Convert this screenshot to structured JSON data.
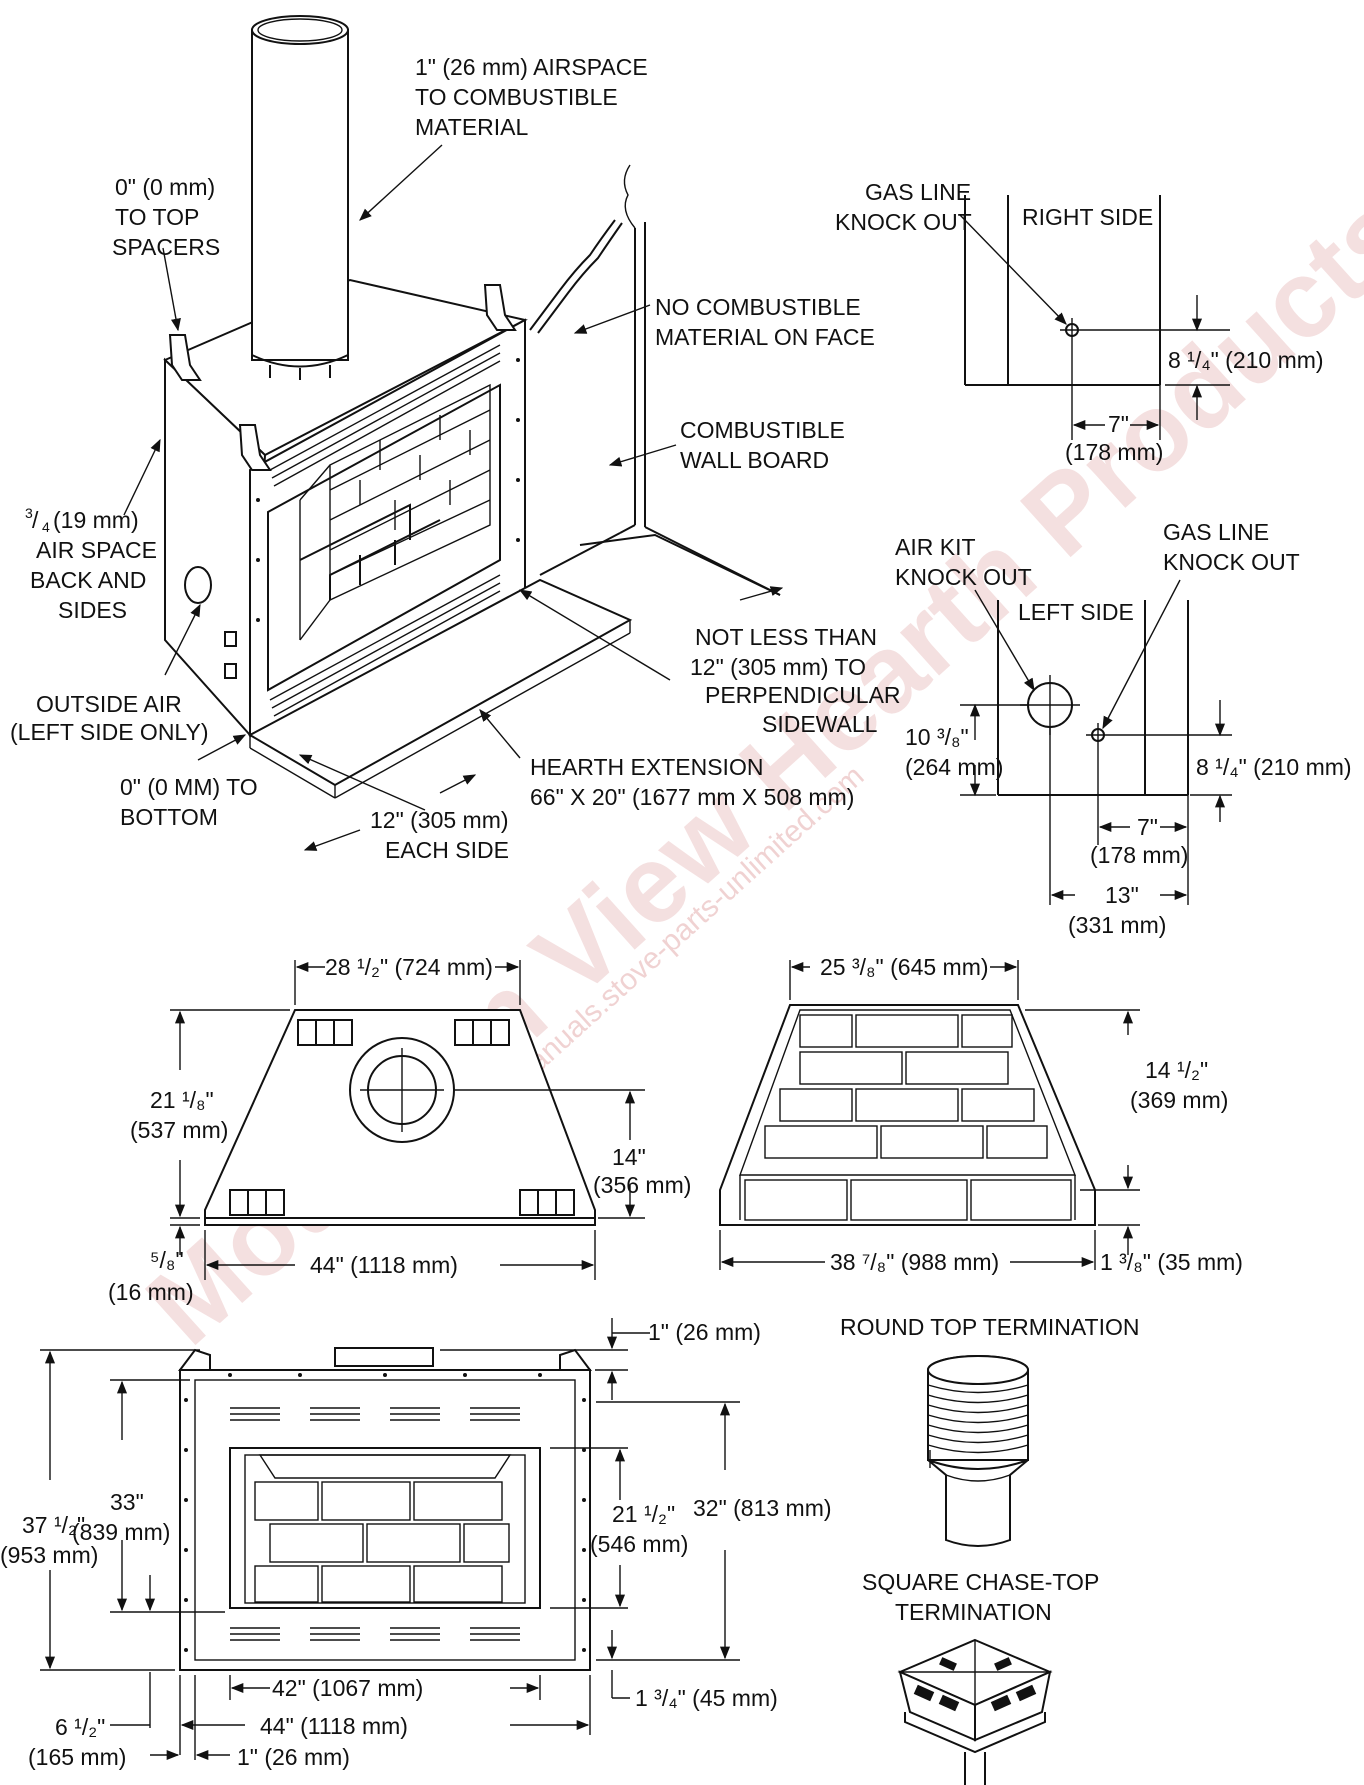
{
  "watermark": {
    "brand": "Mountain View Hearth Products",
    "site": "manuals.stove-parts-unlimited.com"
  },
  "perspective": {
    "airspace": [
      "1\" (26 mm) AIRSPACE",
      "TO COMBUSTIBLE",
      "MATERIAL"
    ],
    "top_spacers": [
      "0\" (0 mm)",
      "TO TOP",
      "SPACERS"
    ],
    "no_combustible": [
      "NO COMBUSTIBLE",
      "MATERIAL ON FACE"
    ],
    "wall_board": [
      "COMBUSTIBLE",
      "WALL BOARD"
    ],
    "back_sides": [
      "(19 mm)",
      "AIR SPACE",
      "BACK AND",
      "SIDES"
    ],
    "back_sides_frac": [
      "3",
      "4"
    ],
    "outside_air": [
      "OUTSIDE AIR",
      "(LEFT SIDE ONLY)"
    ],
    "bottom": [
      "0\" (0 MM) TO",
      "BOTTOM"
    ],
    "not_less": [
      "NOT LESS THAN",
      "12\" (305 mm) TO",
      "PERPENDICULAR",
      "SIDEWALL"
    ],
    "hearth": [
      "HEARTH EXTENSION",
      "66\" X 20\" (1677 mm X 508 mm)"
    ],
    "each_side": [
      "12\" (305 mm)",
      "EACH SIDE"
    ]
  },
  "right_side": {
    "gas_line": [
      "GAS LINE",
      "KNOCK OUT"
    ],
    "title": "RIGHT SIDE",
    "height": "8 ¹/₄\" (210 mm)",
    "width": [
      "7\"",
      "(178 mm)"
    ]
  },
  "left_side": {
    "air_kit": [
      "AIR KIT",
      "KNOCK OUT"
    ],
    "title": "LEFT SIDE",
    "gas_line": [
      "GAS LINE",
      "KNOCK OUT"
    ],
    "air_height": [
      "10 ³/₈\"",
      "(264 mm)"
    ],
    "gas_height": "8 ¹/₄\" (210 mm)",
    "gas_width": [
      "7\"",
      "(178 mm)"
    ],
    "total_width": [
      "13\"",
      "(331 mm)"
    ]
  },
  "top_view": {
    "top_width": "28 ¹/₂\" (724 mm)",
    "depth": [
      "21 ¹/₈\"",
      "(537 mm)"
    ],
    "center": [
      "14\"",
      "(356 mm)"
    ],
    "lip": [
      "⁵/₈\"",
      "(16 mm)"
    ],
    "width": "44\"  (1118 mm)"
  },
  "firebox_view": {
    "top_width": "25 ³/₈\" (645 mm)",
    "height": [
      "14 ¹/₂\"",
      "(369 mm)"
    ],
    "width": "38 ⁷/₈\" (988 mm)",
    "base": "1 ³/₈\" (35 mm)"
  },
  "front_view": {
    "top_gap": "1\" (26 mm)",
    "inner_height": [
      "33\"",
      "(839 mm)"
    ],
    "total_height": [
      "37 ¹/₂\"",
      "(953 mm)"
    ],
    "opening_height": [
      "21 ¹/₂\"",
      "(546 mm)"
    ],
    "louver_height": "32\" (813 mm)",
    "opening_width": "42\" (1067 mm)",
    "bottom_gap": "1 ³/₄\" (45 mm)",
    "base_height": [
      "6 ¹/₂\"",
      "(165 mm)"
    ],
    "total_width": "44\"  (1118 mm)",
    "side_gap": "1\" (26 mm)"
  },
  "terminations": {
    "round": "ROUND TOP TERMINATION",
    "square": [
      "SQUARE CHASE-TOP",
      "TERMINATION"
    ]
  }
}
